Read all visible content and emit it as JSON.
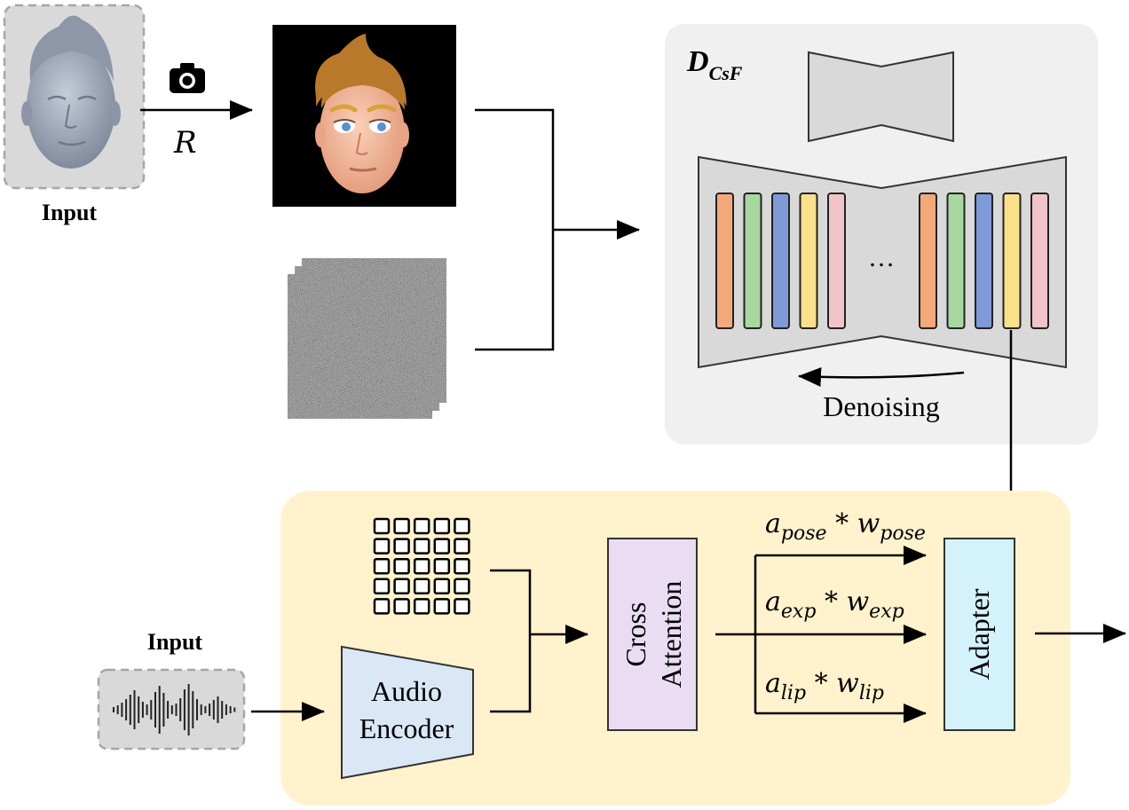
{
  "inputs": {
    "face_label": "Input",
    "audio_label": "Input"
  },
  "render": {
    "symbol": "R",
    "icon": "camera-icon"
  },
  "model": {
    "title_main": "D",
    "title_sub": "CsF",
    "ellipsis": "…",
    "denoise_label": "Denoising",
    "block_colors": [
      "#f4a97a",
      "#a6d8a0",
      "#7e9ad8",
      "#fbe08a",
      "#f0c4c8"
    ]
  },
  "audio": {
    "encoder_line1": "Audio",
    "encoder_line2": "Encoder",
    "cross_attention_line1": "Cross",
    "cross_attention_line2": "Attention",
    "adapter": "Adapter",
    "pose": {
      "a": "a",
      "a_sub": "pose",
      "op": " * ",
      "w": "w",
      "w_sub": "pose"
    },
    "exp": {
      "a": "a",
      "a_sub": "exp",
      "op": " * ",
      "w": "w",
      "w_sub": "exp"
    },
    "lip": {
      "a": "a",
      "a_sub": "lip",
      "op": " * ",
      "w": "w",
      "w_sub": "lip"
    }
  },
  "colors": {
    "panel_gray": "#f0f0f0",
    "panel_yellow": "#fff2cc",
    "encoder_fill": "#dae8f5",
    "cross_fill": "#e9dcf3",
    "adapter_fill": "#d4f2fb"
  }
}
